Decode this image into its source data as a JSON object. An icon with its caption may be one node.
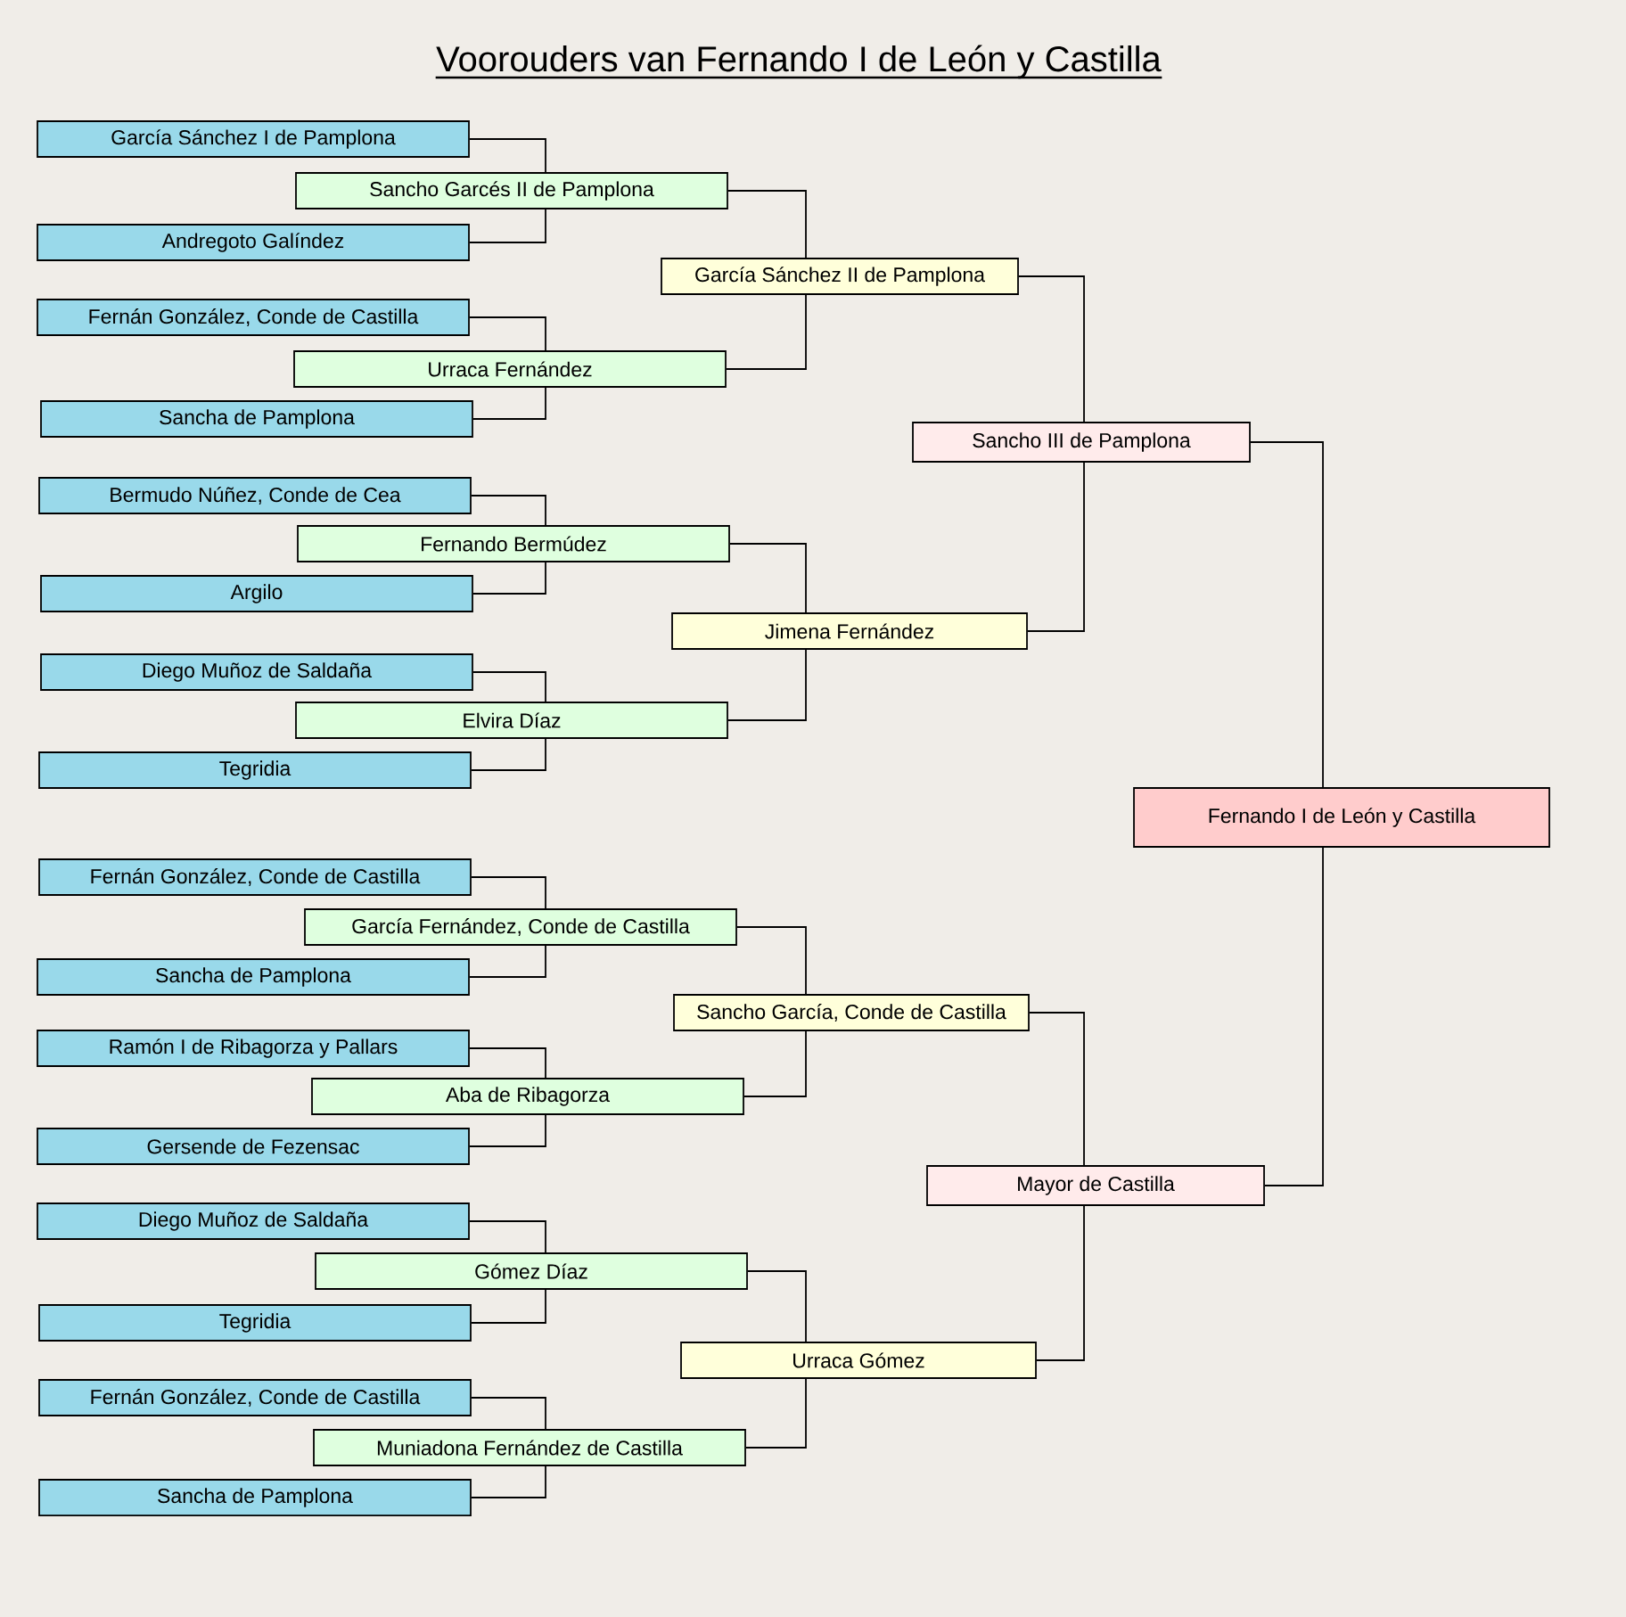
{
  "diagram": {
    "title": "Voorouders van Fernando I de León y Castilla",
    "nodes": [
      {
        "text": [
          "García Sánchez I de Pamplona"
        ]
      },
      {
        "text": [
          "Sancho Garcés II de Pamplona"
        ]
      },
      {
        "text": [
          "Andregoto Galíndez"
        ]
      },
      {
        "text": [
          "García Sánchez II de Pamplona"
        ]
      },
      {
        "text": [
          "Fernán González, Conde de Castilla"
        ]
      },
      {
        "text": [
          "Urraca Fernández"
        ]
      },
      {
        "text": [
          "Sancha de Pamplona"
        ]
      },
      {
        "text": [
          "Sancho III de Pamplona"
        ]
      },
      {
        "text": [
          "Bermudo Núñez, Conde de Cea"
        ]
      },
      {
        "text": [
          "Fernando Bermúdez"
        ]
      },
      {
        "text": [
          "Argilo"
        ]
      },
      {
        "text": [
          "Jimena Fernández"
        ]
      },
      {
        "text": [
          "Diego Muñoz de Saldaña"
        ]
      },
      {
        "text": [
          "Elvira Díaz"
        ]
      },
      {
        "text": [
          "Tegridia"
        ]
      },
      {
        "text": [
          "Fernando I de León y Castilla"
        ]
      },
      {
        "text": [
          "Fernán González, Conde de Castilla"
        ]
      },
      {
        "text": [
          "García Fernández, Conde de Castilla"
        ]
      },
      {
        "text": [
          "Sancha de Pamplona"
        ]
      },
      {
        "text": [
          "Sancho García, Conde de Castilla"
        ]
      },
      {
        "text": [
          "Ramón I de Ribagorza y Pallars"
        ]
      },
      {
        "text": [
          "Aba de Ribagorza"
        ]
      },
      {
        "text": [
          "Gersende de Fezensac"
        ]
      },
      {
        "text": [
          "Mayor de Castilla"
        ]
      },
      {
        "text": [
          "Diego Muñoz de Saldaña"
        ]
      },
      {
        "text": [
          "Gómez Díaz"
        ]
      },
      {
        "text": [
          "Tegridia"
        ]
      },
      {
        "text": [
          "Urraca Gómez"
        ]
      },
      {
        "text": [
          "Fernán González, Conde de Castilla"
        ]
      },
      {
        "text": [
          "Muniadona Fernández de Castilla"
        ]
      },
      {
        "text": [
          "Sancha de Pamplona"
        ]
      }
    ],
    "edges": [
      {
        "from": 0,
        "to": 1,
        "arrow": "none"
      },
      {
        "from": 2,
        "to": 1,
        "arrow": "none"
      },
      {
        "from": 1,
        "to": 3,
        "arrow": "none"
      },
      {
        "from": 4,
        "to": 5,
        "arrow": "none"
      },
      {
        "from": 6,
        "to": 5,
        "arrow": "none"
      },
      {
        "from": 5,
        "to": 3,
        "arrow": "none"
      },
      {
        "from": 3,
        "to": 7,
        "arrow": "none"
      },
      {
        "from": 8,
        "to": 9,
        "arrow": "none"
      },
      {
        "from": 10,
        "to": 9,
        "arrow": "none"
      },
      {
        "from": 9,
        "to": 11,
        "arrow": "none"
      },
      {
        "from": 12,
        "to": 13,
        "arrow": "none"
      },
      {
        "from": 14,
        "to": 13,
        "arrow": "none"
      },
      {
        "from": 13,
        "to": 11,
        "arrow": "none"
      },
      {
        "from": 11,
        "to": 7,
        "arrow": "none"
      },
      {
        "from": 7,
        "to": 15,
        "arrow": "none"
      },
      {
        "from": 16,
        "to": 17,
        "arrow": "none"
      },
      {
        "from": 18,
        "to": 17,
        "arrow": "none"
      },
      {
        "from": 17,
        "to": 19,
        "arrow": "none"
      },
      {
        "from": 20,
        "to": 21,
        "arrow": "none"
      },
      {
        "from": 22,
        "to": 21,
        "arrow": "none"
      },
      {
        "from": 21,
        "to": 19,
        "arrow": "none"
      },
      {
        "from": 19,
        "to": 23,
        "arrow": "none"
      },
      {
        "from": 24,
        "to": 25,
        "arrow": "none"
      },
      {
        "from": 26,
        "to": 25,
        "arrow": "none"
      },
      {
        "from": 25,
        "to": 27,
        "arrow": "none"
      },
      {
        "from": 28,
        "to": 29,
        "arrow": "none"
      },
      {
        "from": 30,
        "to": 29,
        "arrow": "none"
      },
      {
        "from": 29,
        "to": 27,
        "arrow": "none"
      },
      {
        "from": 27,
        "to": 23,
        "arrow": "none"
      },
      {
        "from": 23,
        "to": 15,
        "arrow": "none"
      }
    ]
  }
}
